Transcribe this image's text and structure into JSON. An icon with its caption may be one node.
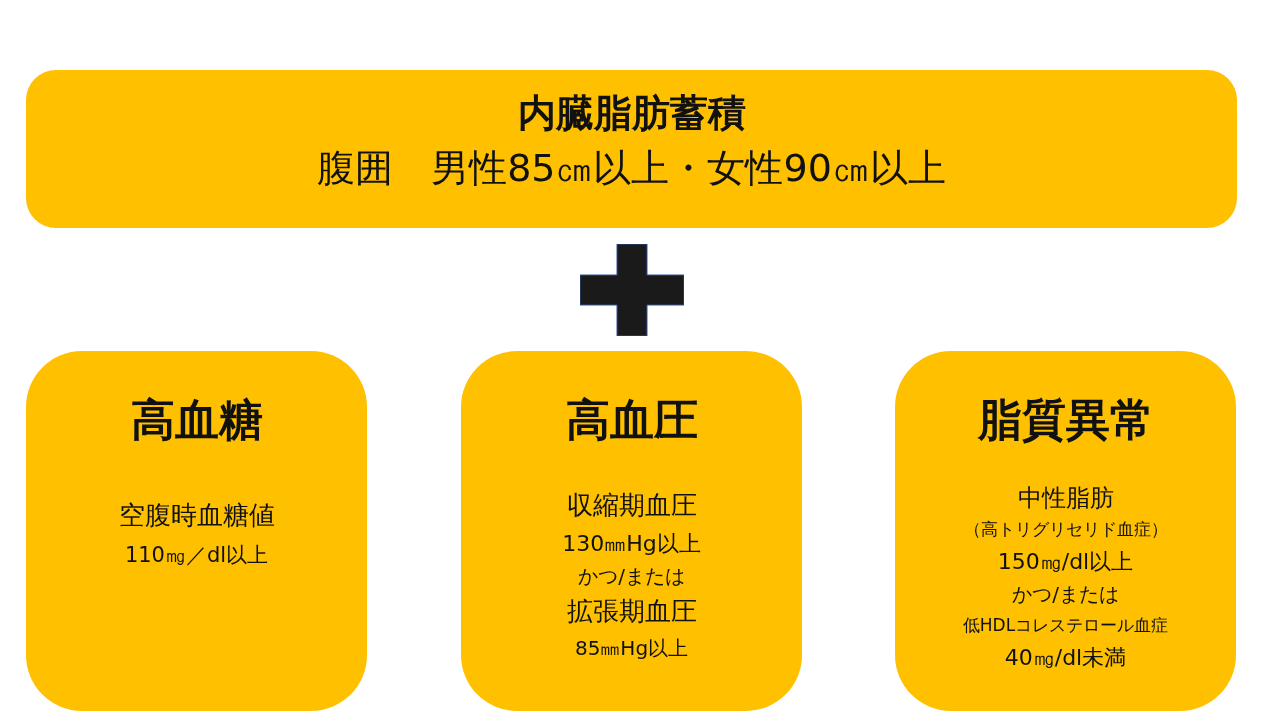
{
  "diagram": {
    "nodes": [
      {
        "text": [
          "内臓脂肪蓄積",
          "腹囲　男性85㎝以上・女性90㎝以上"
        ]
      },
      {
        "text": [
          "高血糖",
          "空腹時血糖値",
          "110㎎／dl以上"
        ]
      },
      {
        "text": [
          "高血圧",
          "収縮期血圧",
          "130㎜Hg以上",
          "かつ/または",
          "拡張期血圧",
          "85㎜Hg以上"
        ]
      },
      {
        "text": [
          "脂質異常",
          "中性脂肪",
          "（高トリグリセリド血症）",
          "150㎎/dl以上",
          "かつ/または",
          "低HDLコレステロール血症",
          "40㎎/dl未満"
        ]
      }
    ],
    "edges": []
  }
}
